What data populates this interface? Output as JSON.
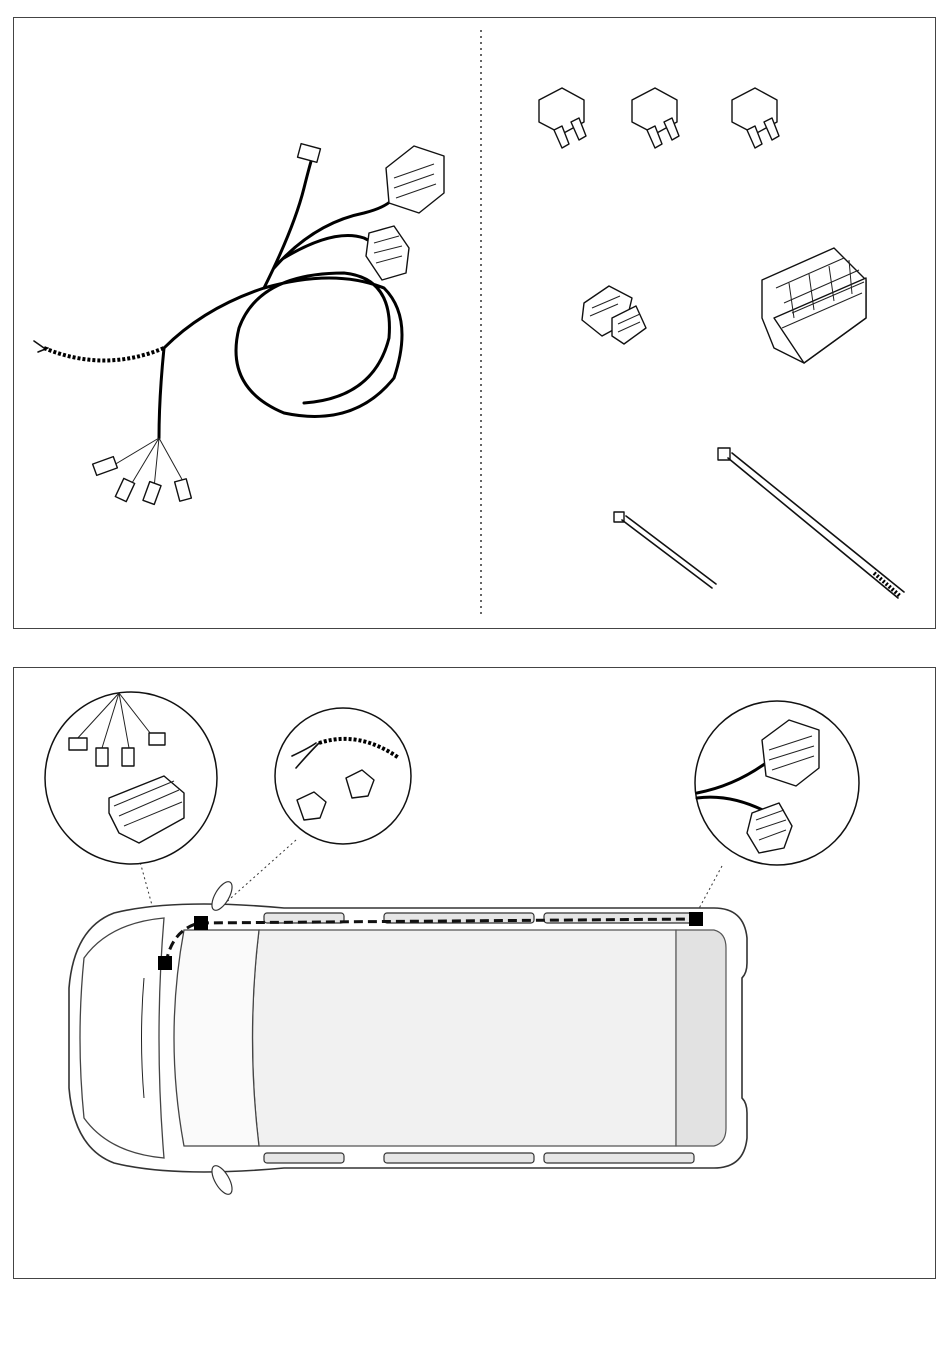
{
  "page": {
    "background": "#ffffff",
    "ink": "#111111"
  },
  "panels": [
    {
      "id": "kit-contents",
      "parts": [
        {
          "name": "wiring-harness",
          "count": 1
        },
        {
          "name": "blade-fuse",
          "count": 3
        },
        {
          "name": "small-connector-housing",
          "count": 1
        },
        {
          "name": "large-connector-housing",
          "count": 1
        },
        {
          "name": "short-cable-tie",
          "count": 1
        },
        {
          "name": "long-cable-tie",
          "count": 1
        }
      ]
    },
    {
      "id": "routing-diagram",
      "vehicle": "van-top-view",
      "details": [
        "fuse-box-connections",
        "harness-splice",
        "rear-connectors"
      ],
      "route_style": "dashed"
    }
  ]
}
